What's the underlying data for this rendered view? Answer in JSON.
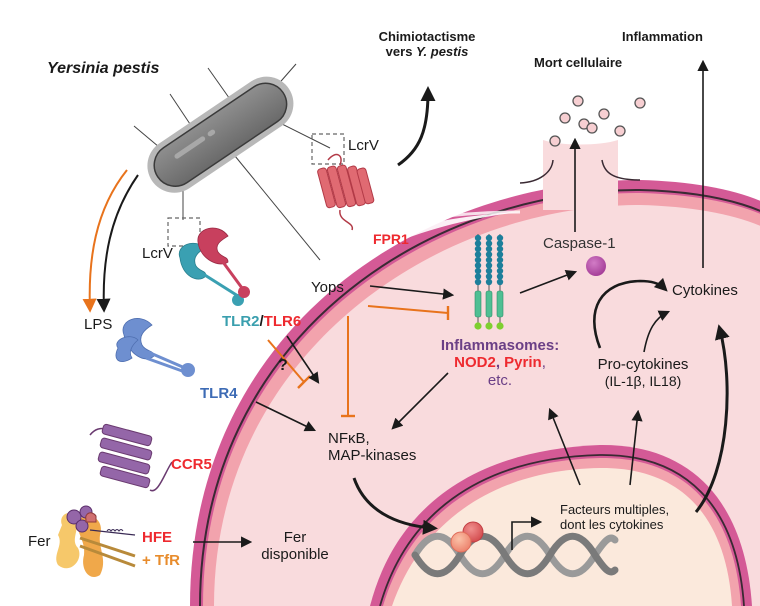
{
  "colors": {
    "membrane": "#d45a96",
    "membrane_inner": "#f2a3ad",
    "cytoplasm": "#f9dbdd",
    "nucleus": "#fbe9dc",
    "arrow": "#1a1a1a",
    "inhibit": "#e8731c",
    "red_label": "#ee2a2f",
    "teal_label": "#3a9fae",
    "blue_label": "#3d6bb5",
    "purple_label": "#6b3f86",
    "orange_label": "#e88c2c",
    "caspase": "#b44aa6",
    "bacterium": "#7a7a7a"
  },
  "labels": {
    "bacterium": "Yersinia pestis",
    "lcrv_top": "LcrV",
    "lcrv_left": "LcrV",
    "lps": "LPS",
    "chemotaxis_line1": "Chimiotactisme",
    "chemotaxis_line2_prefix": "vers ",
    "chemotaxis_line2_italic": "Y. pestis",
    "cell_death": "Mort cellulaire",
    "inflammation": "Inflammation",
    "fpr1": "FPR1",
    "yops": "Yops",
    "tlr2": "TLR2",
    "slash": "/",
    "tlr6": "TLR6",
    "question": "?",
    "tlr4": "TLR4",
    "ccr5": "CCR5",
    "fer": "Fer",
    "hfe": "HFE",
    "tfr": "+ TfR",
    "fer_dispo_line1": "Fer",
    "fer_dispo_line2": "disponible",
    "nfkb_line1": "NFκB,",
    "nfkb_line2": "MAP-kinases",
    "inflammasomes_title": "Inflammasomes:",
    "nod2": "NOD2",
    "comma1": ", ",
    "pyrin": "Pyrin",
    "comma2": ",",
    "etc": "etc.",
    "caspase1": "Caspase-1",
    "cytokines": "Cytokines",
    "procytokines_line1": "Pro-cytokines",
    "procytokines_line2": "(IL-1β, IL18)",
    "factors_line1": "Facteurs multiples,",
    "factors_line2": "dont les cytokines"
  },
  "icons": {
    "bacterium": "rod-bacterium-icon",
    "receptor_gpcr": "seven-transmembrane-receptor-icon",
    "tlr": "toll-like-receptor-icon",
    "inflammasome": "inflammasome-complex-icon",
    "caspase": "caspase-sphere-icon",
    "dna": "dna-double-helix-icon",
    "transcription_factor": "transcription-factor-icon",
    "iron_transporter": "transferrin-receptor-icon",
    "vesicles": "released-content-vesicle-icon"
  }
}
